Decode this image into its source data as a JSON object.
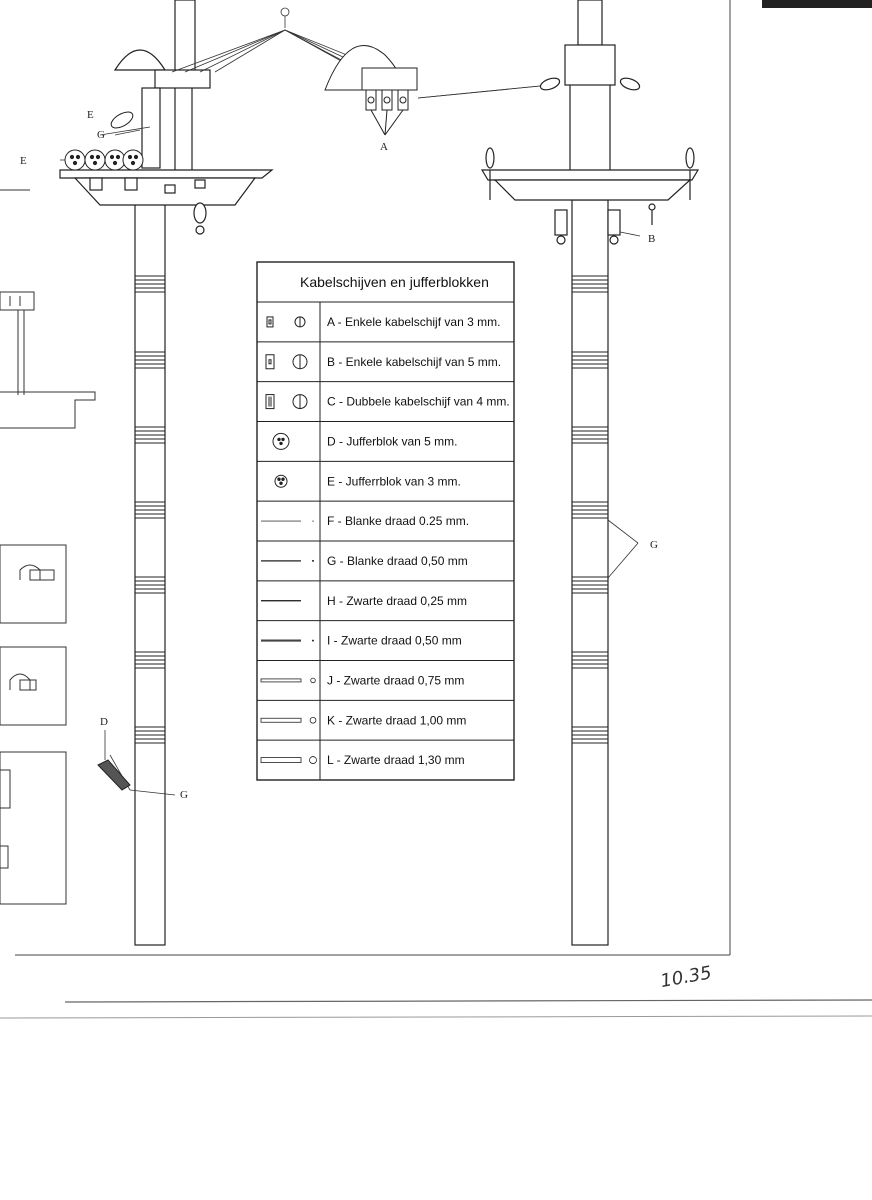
{
  "legend": {
    "title": "Kabelschijven en jufferblokken",
    "rows": [
      {
        "symbol": "single-block-small-icon",
        "text": "A - Enkele kabelschijf van 3 mm."
      },
      {
        "symbol": "single-block-large-icon",
        "text": "B - Enkele kabelschijf van 5 mm."
      },
      {
        "symbol": "double-block-icon",
        "text": "C - Dubbele kabelschijf van 4 mm."
      },
      {
        "symbol": "deadeye-large-icon",
        "text": "D - Jufferblok van 5 mm."
      },
      {
        "symbol": "deadeye-small-icon",
        "text": "E - Jufferrblok van 3 mm."
      },
      {
        "symbol": "line-thin-icon",
        "text": "F - Blanke draad 0.25 mm."
      },
      {
        "symbol": "line-medium-icon",
        "text": "G - Blanke draad 0,50 mm"
      },
      {
        "symbol": "line-black-thin-icon",
        "text": "H - Zwarte draad 0,25 mm"
      },
      {
        "symbol": "line-black-medium-icon",
        "text": "I -  Zwarte draad 0,50 mm"
      },
      {
        "symbol": "line-black-075-icon",
        "text": "J - Zwarte draad 0,75 mm"
      },
      {
        "symbol": "line-black-100-icon",
        "text": "K - Zwarte draad 1,00 mm"
      },
      {
        "symbol": "line-black-130-icon",
        "text": "L - Zwarte draad 1,30 mm"
      }
    ]
  },
  "labels": {
    "a": "A",
    "b": "B",
    "d": "D",
    "e_top": "E",
    "e_left": "E",
    "g_top": "G",
    "g_left_bottom": "G",
    "g_right": "G"
  },
  "handwritten": "10.35"
}
